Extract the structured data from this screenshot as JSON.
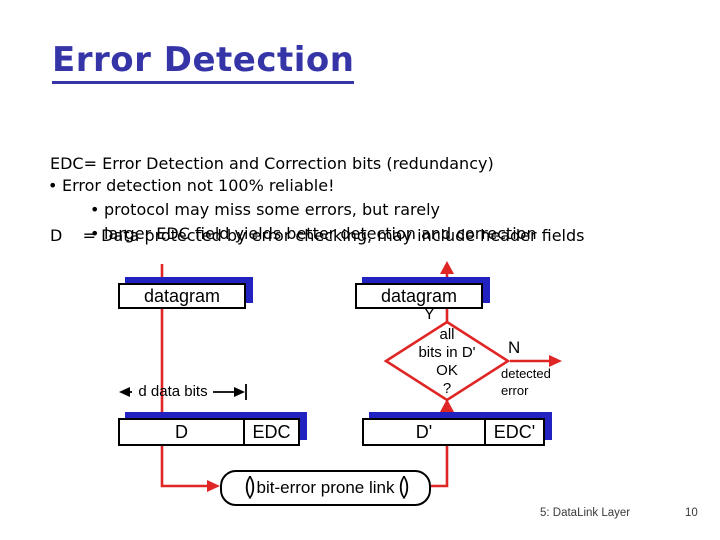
{
  "slide": {
    "title": "Error Detection",
    "definitions": {
      "line1": "EDC= Error Detection and Correction bits (redundancy)",
      "line2": "D    = Data protected by error checking, may include header fields"
    },
    "bullet_char": "•",
    "bullets": {
      "main": "Error detection not 100% reliable!",
      "subs": {
        "0": "protocol may miss some errors, but rarely",
        "1": "larger EDC field yields better detection and correction"
      }
    }
  },
  "diagram": {
    "sender": {
      "datagram_label": "datagram",
      "data_bits_label": "d data bits",
      "d_label": "D",
      "edc_label": "EDC"
    },
    "receiver": {
      "datagram_label": "datagram",
      "yes_label": "Y",
      "no_label": "N",
      "decision": {
        "0": "all",
        "1": "bits in D'",
        "2": "OK",
        "3": "?"
      },
      "detected_line1": "detected",
      "detected_line2": "error",
      "d_label": "D'",
      "edc_label": "EDC'"
    },
    "link": {
      "end_cap": "()",
      "label": "bit-error prone link"
    }
  },
  "footer": {
    "section": "5: DataLink Layer",
    "page": "10"
  },
  "colors": {
    "accent_red": "#e02525",
    "shadow_navy": "#2222c0",
    "title_indigo": "#3535a8"
  }
}
